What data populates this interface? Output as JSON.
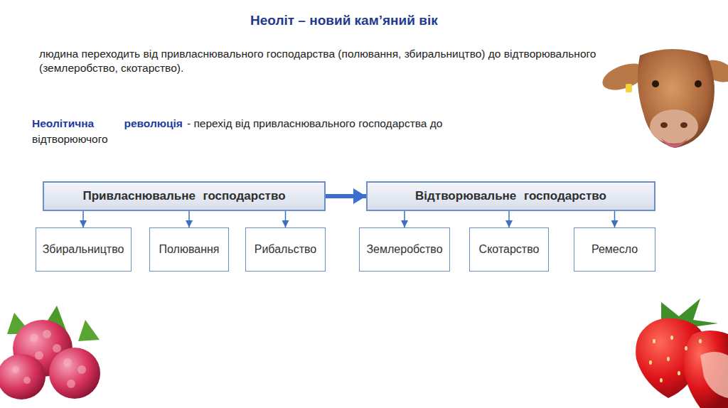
{
  "diagram": {
    "title": "Неоліт – новий кам’яний вік",
    "nodes": [
      {
        "text": [
          "Привласнювальне господарство"
        ]
      },
      {
        "text": [
          "Відтворювальне господарство"
        ]
      },
      {
        "text": [
          "Збиральництво"
        ]
      },
      {
        "text": [
          "Полювання"
        ]
      },
      {
        "text": [
          "Рибальство"
        ]
      },
      {
        "text": [
          "Землеробство"
        ]
      },
      {
        "text": [
          "Скотарство"
        ]
      },
      {
        "text": [
          "Ремесло"
        ]
      }
    ],
    "edges": [
      {
        "from": 0,
        "to": 1,
        "arrow": "to"
      },
      {
        "from": 0,
        "to": 2,
        "arrow": "to"
      },
      {
        "from": 0,
        "to": 3,
        "arrow": "to"
      },
      {
        "from": 0,
        "to": 4,
        "arrow": "to"
      },
      {
        "from": 1,
        "to": 5,
        "arrow": "to"
      },
      {
        "from": 1,
        "to": 6,
        "arrow": "to"
      },
      {
        "from": 1,
        "to": 7,
        "arrow": "to"
      }
    ],
    "labels": [
      "людина переходить від привласнювального господарства (полювання, збиральництво) до відтворювального (землеробство, скотарство).",
      "Неолітична революція",
      "- перехід від привласнювального господарства до відтворюючого"
    ]
  }
}
